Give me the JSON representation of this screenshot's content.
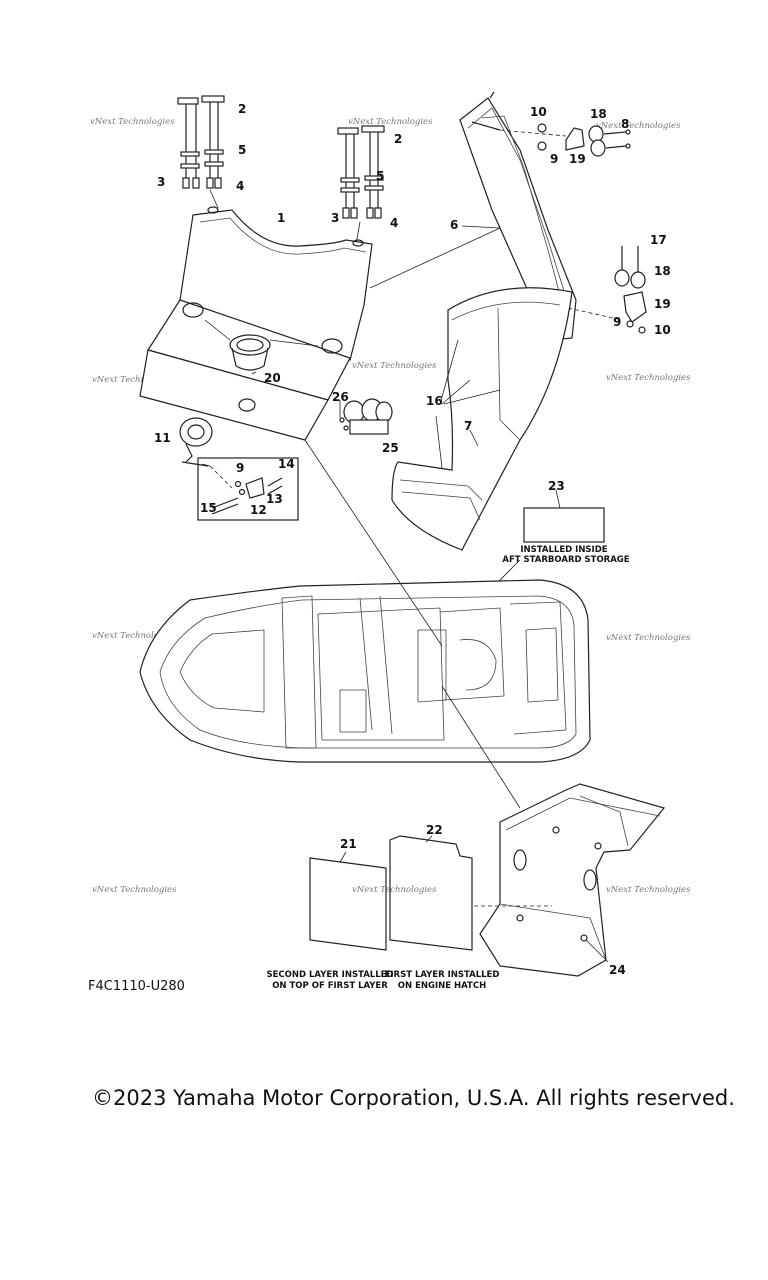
{
  "figure_code": "F4C1110-U280",
  "copyright": "©2023 Yamaha Motor Corporation, U.S.A. All rights reserved.",
  "watermark": "vNext Technologies",
  "notes": {
    "part_23": [
      "INSTALLED INSIDE",
      "AFT STARBOARD STORAGE"
    ],
    "part_21": [
      "SECOND LAYER INSTALLED",
      "ON TOP OF FIRST LAYER"
    ],
    "part_22": [
      "FIRST LAYER INSTALLED",
      "ON ENGINE HATCH"
    ]
  },
  "callouts": [
    "1",
    "2",
    "3",
    "4",
    "5",
    "6",
    "7",
    "8",
    "9",
    "10",
    "11",
    "12",
    "13",
    "14",
    "15",
    "16",
    "17",
    "18",
    "19",
    "20",
    "21",
    "22",
    "23",
    "24",
    "25",
    "26"
  ]
}
